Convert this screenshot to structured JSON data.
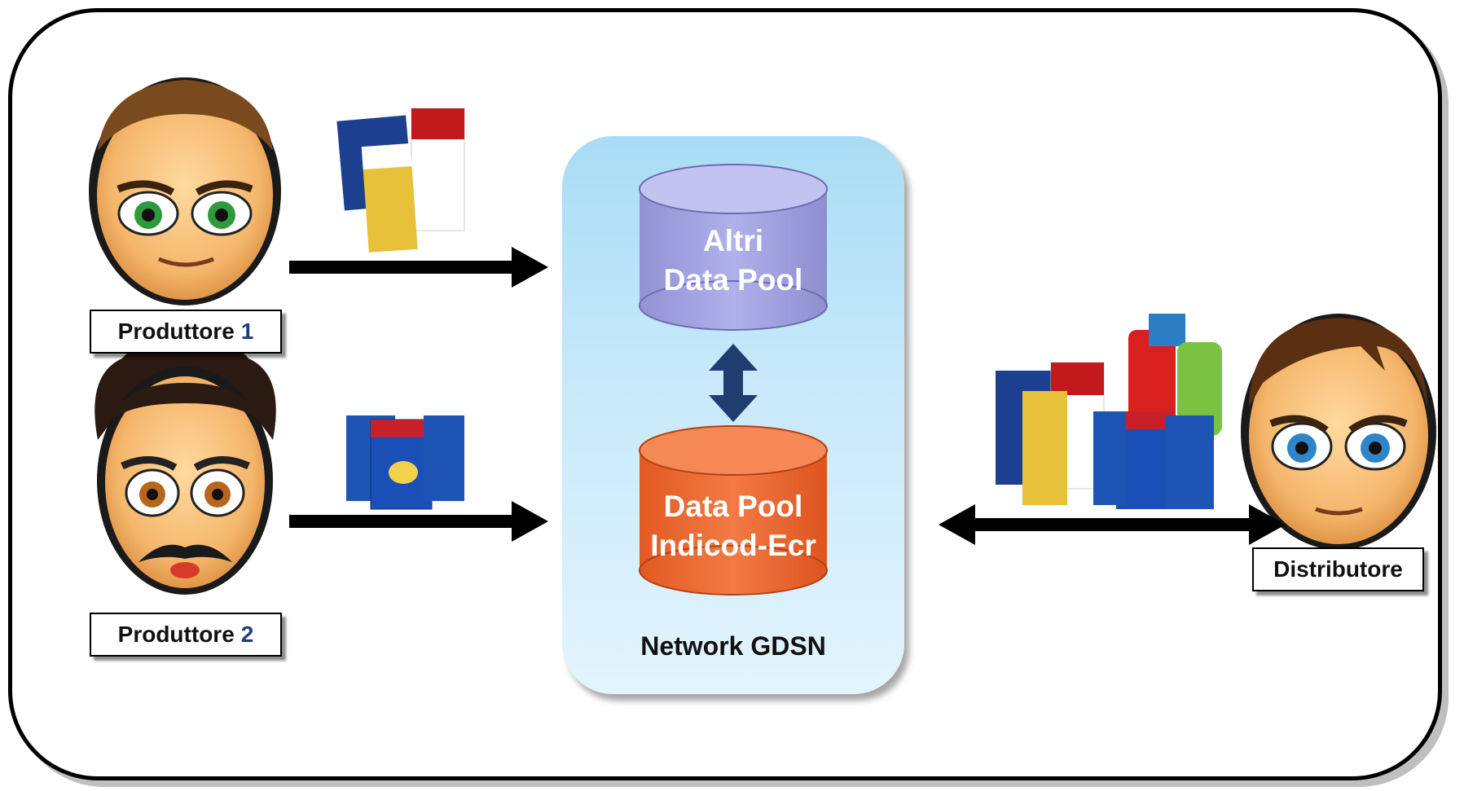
{
  "producers": [
    {
      "label": "Produttore",
      "number": "1"
    },
    {
      "label": "Produttore",
      "number": "2"
    }
  ],
  "distributor": {
    "label": "Distributore"
  },
  "network": {
    "label": "Network GDSN"
  },
  "pools": {
    "other": {
      "line1": "Altri",
      "line2": "Data Pool"
    },
    "indicod": {
      "line1": "Data Pool",
      "line2": "Indicod-Ecr"
    }
  },
  "colors": {
    "other_pool": "#a3a3e0",
    "indicod_pool": "#f06a34",
    "network_bg": "#c8e9fa",
    "number_text": "#1f3d7a",
    "arrow": "#000000",
    "double_arrow": "#1f3d6e"
  },
  "icons": [
    "producer-1-face-icon",
    "producer-2-face-icon",
    "distributor-face-icon",
    "coffee-products-icon",
    "pasta-products-icon",
    "grocery-products-icon"
  ]
}
